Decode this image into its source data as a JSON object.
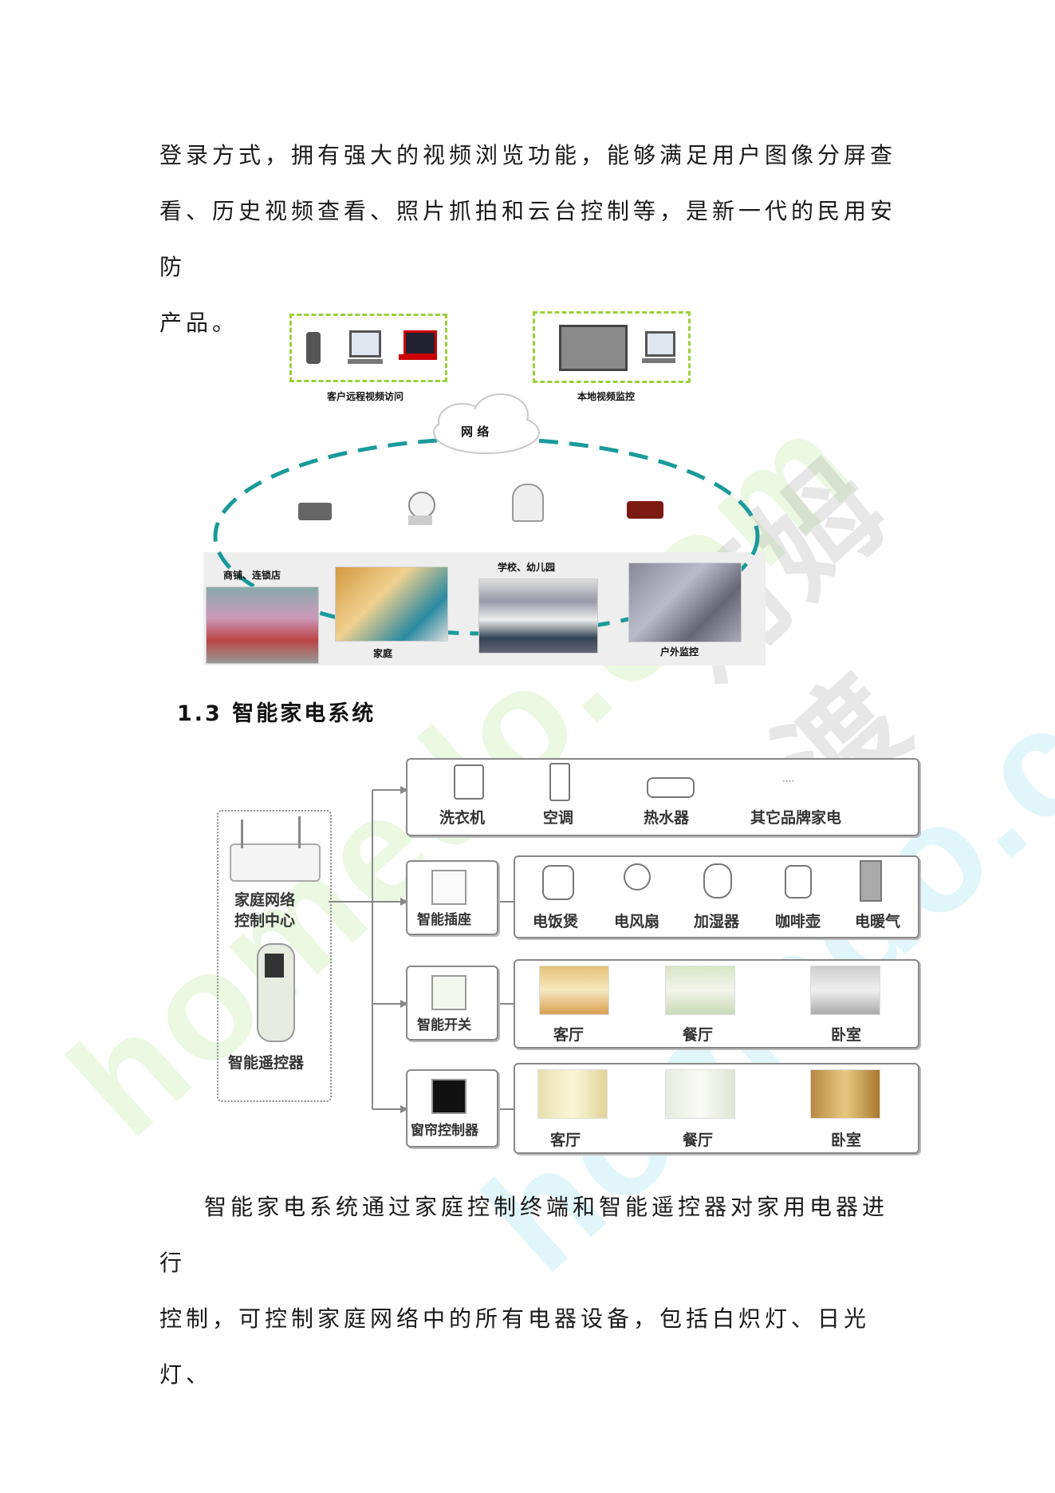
{
  "paragraph_top": [
    "登录方式，拥有强大的视频浏览功能，能够满足用户图像分屏查",
    "看、历史视频查看、照片抓拍和云台控制等，是新一代的民用安防",
    "产品。"
  ],
  "figure1": {
    "remote_caption": "客户远程视频访问",
    "local_caption": "本地视频监控",
    "network_label": "网 络",
    "scene_shop": "商铺、连锁店",
    "scene_home": "家庭",
    "scene_school": "学校、幼儿园",
    "scene_outdoor": "户外监控"
  },
  "section_heading": "1.3 智能家电系统",
  "figure2": {
    "hub_label_1": "家庭网络",
    "hub_label_2": "控制中心",
    "remote_label": "智能遥控器",
    "row1": [
      "洗衣机",
      "空调",
      "热水器",
      "其它品牌家电"
    ],
    "row2_device": "智能插座",
    "row2": [
      "电饭煲",
      "电风扇",
      "加湿器",
      "咖啡壶",
      "电暖气"
    ],
    "row3_device": "智能开关",
    "row3": [
      "客厅",
      "餐厅",
      "卧室"
    ],
    "row4_device": "窗帘控制器",
    "row4": [
      "客厅",
      "餐厅",
      "卧室"
    ]
  },
  "paragraph_bottom": [
    "智能家电系统通过家庭控制终端和智能遥控器对家用电器进行",
    "控制，可控制家庭网络中的所有电器设备，包括白炽灯、日光灯、"
  ],
  "watermark": {
    "latin": "homedo.com",
    "cn": "河姆渡"
  },
  "colors": {
    "accent_green": "#9bd03a",
    "accent_teal": "#1a9a9a"
  }
}
